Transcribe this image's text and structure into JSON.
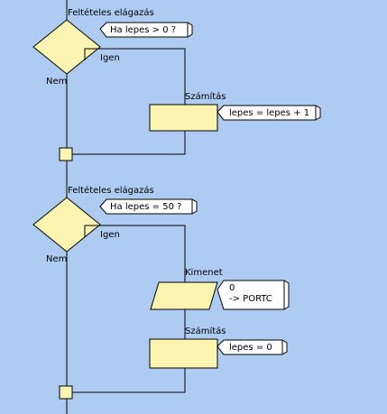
{
  "blocks": [
    {
      "id": "cond1",
      "type": "decision",
      "title": "Feltételes elágazás",
      "condition": "Ha lepes > 0 ?",
      "yes_label": "Igen",
      "no_label": "Nem"
    },
    {
      "id": "calc1",
      "type": "process",
      "title": "Számítás",
      "comment": "lepes = lepes + 1"
    },
    {
      "id": "cond2",
      "type": "decision",
      "title": "Feltételes elágazás",
      "condition": "Ha lepes = 50 ?",
      "yes_label": "Igen",
      "no_label": "Nem"
    },
    {
      "id": "out1",
      "type": "output",
      "title": "Kimenet",
      "comment_lines": [
        "0",
        "-> PORTC"
      ]
    },
    {
      "id": "calc2",
      "type": "process",
      "title": "Számítás",
      "comment": "lepes = 0"
    }
  ],
  "colors": {
    "background": "#aecbf1",
    "block_fill": "#fbf5b1",
    "line": "#000000",
    "note_fill": "#ffffff"
  }
}
